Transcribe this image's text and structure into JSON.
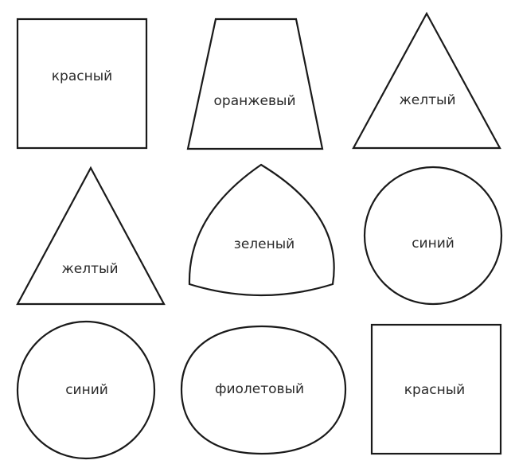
{
  "shapes": [
    {
      "shape": "square",
      "label": "красный"
    },
    {
      "shape": "trapezoid",
      "label": "оранжевый"
    },
    {
      "shape": "triangle",
      "label": "желтый"
    },
    {
      "shape": "triangle",
      "label": "желтый"
    },
    {
      "shape": "reuleaux-triangle",
      "label": "зеленый"
    },
    {
      "shape": "circle",
      "label": "синий"
    },
    {
      "shape": "circle",
      "label": "синий"
    },
    {
      "shape": "oval",
      "label": "фиолетовый"
    },
    {
      "shape": "square",
      "label": "красный"
    }
  ]
}
